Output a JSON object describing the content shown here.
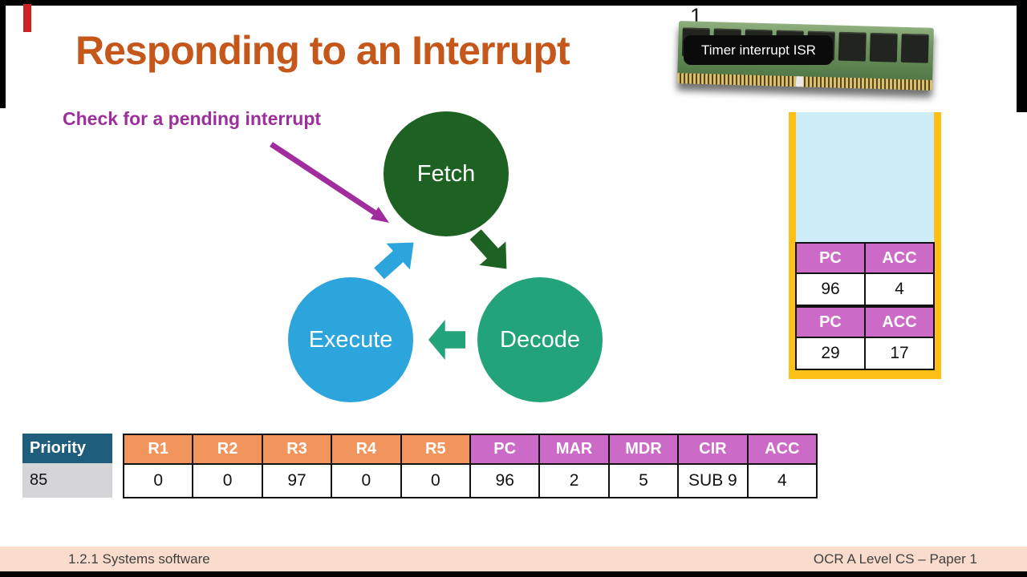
{
  "title": {
    "text": "Responding to an Interrupt",
    "color": "#C5571A"
  },
  "annotation": {
    "text": "Check for a pending interrupt",
    "color": "#9C2F9C",
    "arrow_color": "#A12C9E"
  },
  "cycle": {
    "fetch": {
      "label": "Fetch",
      "color": "#1E6223"
    },
    "decode": {
      "label": "Decode",
      "color": "#23A379"
    },
    "execute": {
      "label": "Execute",
      "color": "#2BA5DC"
    }
  },
  "memory": {
    "slot_number": "1",
    "isr_label": "Timer interrupt ISR"
  },
  "stack": {
    "border_color": "#FCC018",
    "fill_color": "#CDEDF9",
    "header_color": "#CB6BC7",
    "frames": [
      {
        "headers": [
          "PC",
          "ACC"
        ],
        "values": [
          "96",
          "4"
        ]
      },
      {
        "headers": [
          "PC",
          "ACC"
        ],
        "values": [
          "29",
          "17"
        ]
      }
    ]
  },
  "priority": {
    "label": "Priority",
    "value": "85",
    "header_color": "#1E5D7B",
    "value_bg": "#D5D5D7"
  },
  "registers": {
    "general_header_color": "#F2955C",
    "special_header_color": "#CB6BC7",
    "headers": [
      "R1",
      "R2",
      "R3",
      "R4",
      "R5",
      "PC",
      "MAR",
      "MDR",
      "CIR",
      "ACC"
    ],
    "values": [
      "0",
      "0",
      "97",
      "0",
      "0",
      "96",
      "2",
      "5",
      "SUB 9",
      "4"
    ]
  },
  "footer": {
    "left": "1.2.1 Systems software",
    "right": "OCR A Level CS – Paper 1",
    "bg": "#FADCCC"
  },
  "frame": {
    "red_notch_color": "#CE2222"
  }
}
